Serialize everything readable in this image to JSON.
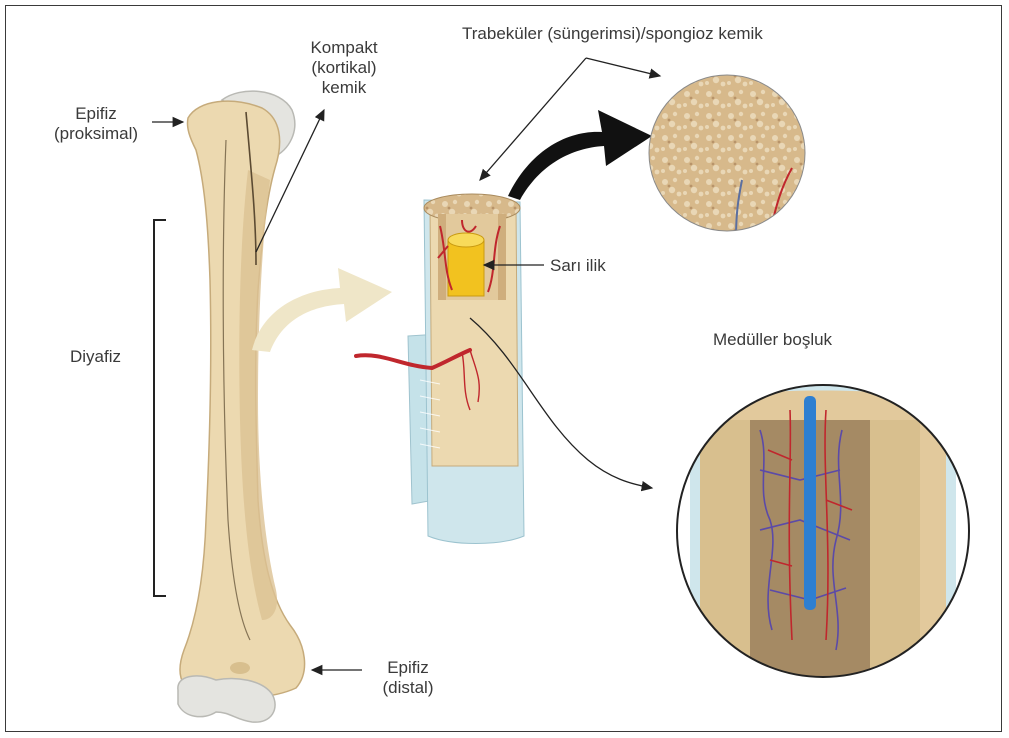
{
  "labels": {
    "epiphysis_proximal": "Epifiz\n(proksimal)",
    "compact_bone": "Kompakt\n(kortikal)\nkemik",
    "trabecular_bone": "Trabeküler (süngerimsi)/spongioz kemik",
    "diaphysis": "Diyafiz",
    "yellow_marrow": "Sarı ilik",
    "medullary_cavity": "Medüller boşluk",
    "epiphysis_distal": "Epifiz\n(distal)"
  },
  "colors": {
    "bone": "#ecd9b0",
    "bone_shade": "#d8bf8e",
    "cartilage": "#e4e4e0",
    "marrow_yellow": "#f2c21f",
    "artery": "#c0272d",
    "vein": "#5b4aa8",
    "central_vessel": "#2e7fd1",
    "periosteum": "#bcdde6",
    "spongy": "#caa97a",
    "outline": "#333333"
  },
  "icons": [
    "curved-arrow-icon",
    "black-arrow-icon",
    "pointer-arrow-icon"
  ]
}
